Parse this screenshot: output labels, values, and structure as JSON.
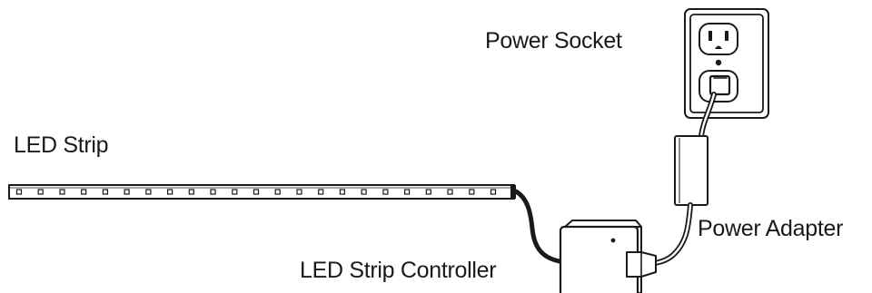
{
  "labels": {
    "power_socket": "Power Socket",
    "led_strip": "LED Strip",
    "power_adapter": "Power Adapter",
    "led_strip_controller": "LED Strip Controller"
  },
  "led_strip": {
    "led_count": 23
  },
  "colors": {
    "line": "#1a1a1a",
    "background": "#ffffff"
  }
}
